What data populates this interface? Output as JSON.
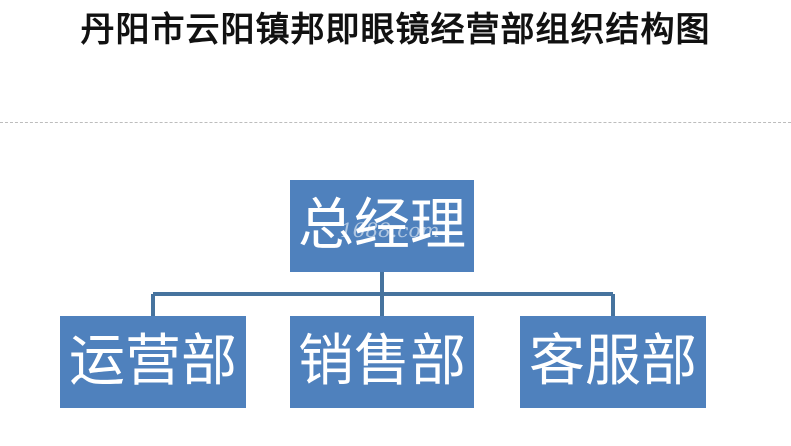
{
  "title": "丹阳市云阳镇邦即眼镜经营部组织结构图",
  "colors": {
    "node_fill": "#4f81bd",
    "connector": "#46739e",
    "text": "#ffffff"
  },
  "org": {
    "root": {
      "label": "总经理"
    },
    "children": [
      {
        "label": "运营部"
      },
      {
        "label": "销售部"
      },
      {
        "label": "客服部"
      }
    ]
  },
  "watermark": "1688.com"
}
